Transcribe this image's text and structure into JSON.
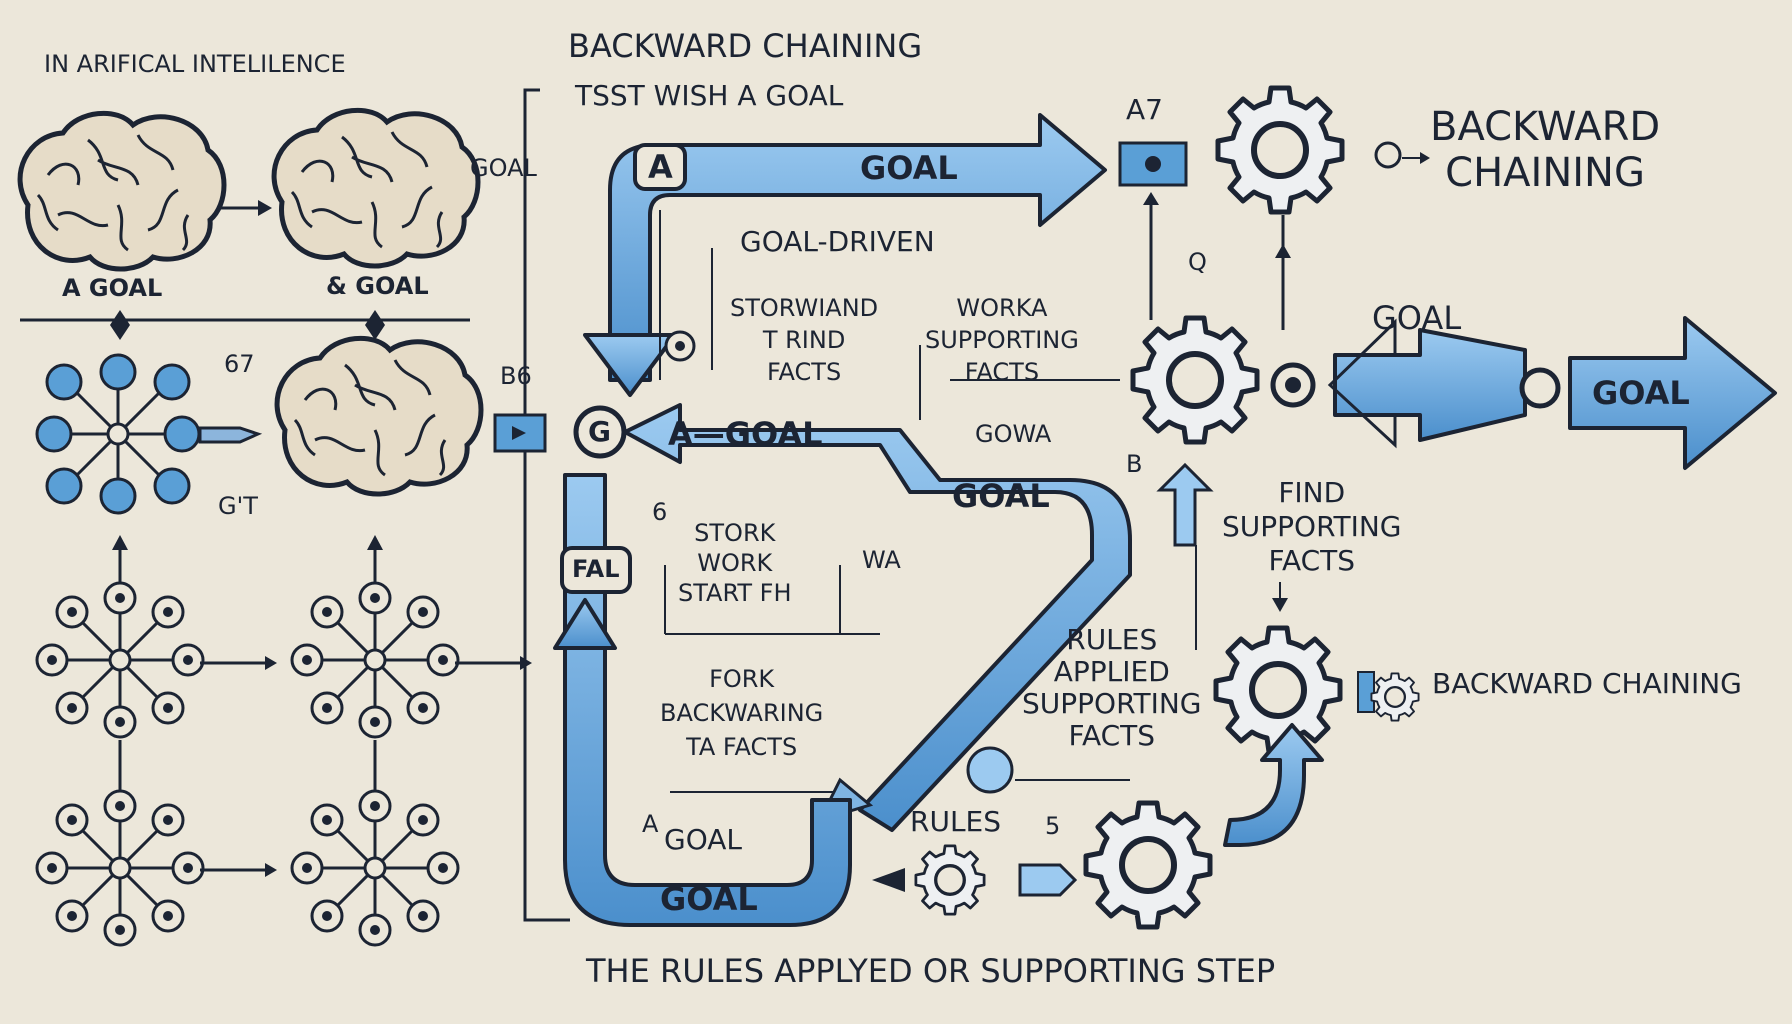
{
  "header": {
    "top_left": "IN ARIFICAL INTELILENCE",
    "top_title": "BACKWARD CHAINING",
    "subtitle": "TSST   WISH A GOAL"
  },
  "left": {
    "brain1_label": "A GOAL",
    "brain2_label": "& GOAL",
    "goal_label": "GOAL",
    "g1": "67",
    "g2": "G'T",
    "b6": "B6"
  },
  "center": {
    "node_a": "A",
    "top_arrow": "GOAL",
    "goal_driven": "GOAL-DRIVEN",
    "col1": [
      "STORWIAND",
      "T   RIND",
      "FACTS"
    ],
    "col2": [
      "WORKA",
      "SUPPORTING",
      "FACTS"
    ],
    "gowa": "GOWA",
    "node_g": "G",
    "mid_arrow": "A—GOAL",
    "diag_arrow": "GOAL",
    "stork": [
      "STORK",
      "WORK",
      "START FH"
    ],
    "wa": "WA",
    "fal": "FAL",
    "fork": [
      "FORK",
      "BACKWARING",
      "TA FACTS"
    ],
    "a_goal": "GOAL",
    "a_letter": "A",
    "bottom_arrow": "GOAL",
    "six": "6",
    "rules_label": "RULES",
    "b_label": "5",
    "rules_applied": [
      "RULES",
      "APPLIED",
      "SUPPORTING",
      "FACTS"
    ]
  },
  "right": {
    "a7": "A7",
    "title": [
      "BACKWARD",
      "CHAINING"
    ],
    "q": "Q",
    "goal_label": "GOAL",
    "goal_arrow": "GOAL",
    "b_letter": "B",
    "find": [
      "FIND",
      "SUPPORTING",
      "FACTS"
    ],
    "backward_chaining": "BACKWARD CHAINING"
  },
  "footer": {
    "caption": "THE RULES APPLYED OR SUPPORTING STEP"
  },
  "colors": {
    "background": "#ece7da",
    "arrow_blue": "#5a9fd6",
    "arrow_light": "#9ccaf0",
    "ink": "#1c2433",
    "node_blue": "#3f86c6"
  }
}
